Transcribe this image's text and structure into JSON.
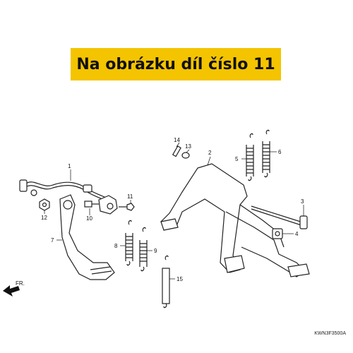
{
  "banner": {
    "text": "Na obrázku díl číslo 11",
    "color": "#f4c400"
  },
  "diagram_code": "KWN3F3500A",
  "direction_label": "FR.",
  "callouts": [
    "1",
    "2",
    "3",
    "4",
    "5",
    "6",
    "7",
    "8",
    "9",
    "10",
    "11",
    "12",
    "13",
    "14",
    "15"
  ]
}
